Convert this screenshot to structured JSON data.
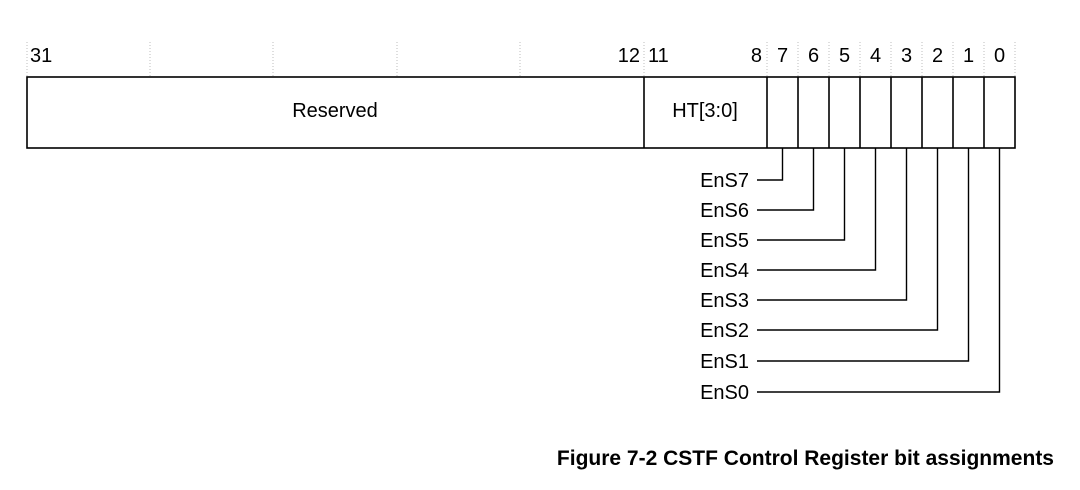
{
  "register": {
    "bit_numbers": [
      "31",
      "12",
      "11",
      "8",
      "7",
      "6",
      "5",
      "4",
      "3",
      "2",
      "1",
      "0"
    ],
    "fields": [
      {
        "label": "Reserved",
        "msb": 31,
        "lsb": 12
      },
      {
        "label": "HT[3:0]",
        "msb": 11,
        "lsb": 8
      },
      {
        "label": "",
        "msb": 7,
        "lsb": 7
      },
      {
        "label": "",
        "msb": 6,
        "lsb": 6
      },
      {
        "label": "",
        "msb": 5,
        "lsb": 5
      },
      {
        "label": "",
        "msb": 4,
        "lsb": 4
      },
      {
        "label": "",
        "msb": 3,
        "lsb": 3
      },
      {
        "label": "",
        "msb": 2,
        "lsb": 2
      },
      {
        "label": "",
        "msb": 1,
        "lsb": 1
      },
      {
        "label": "",
        "msb": 0,
        "lsb": 0
      }
    ],
    "bit_callouts": [
      {
        "bit": 7,
        "label": "EnS7"
      },
      {
        "bit": 6,
        "label": "EnS6"
      },
      {
        "bit": 5,
        "label": "EnS5"
      },
      {
        "bit": 4,
        "label": "EnS4"
      },
      {
        "bit": 3,
        "label": "EnS3"
      },
      {
        "bit": 2,
        "label": "EnS2"
      },
      {
        "bit": 1,
        "label": "EnS1"
      },
      {
        "bit": 0,
        "label": "EnS0"
      }
    ]
  },
  "caption": "Figure 7-2 CSTF Control Register bit assignments"
}
